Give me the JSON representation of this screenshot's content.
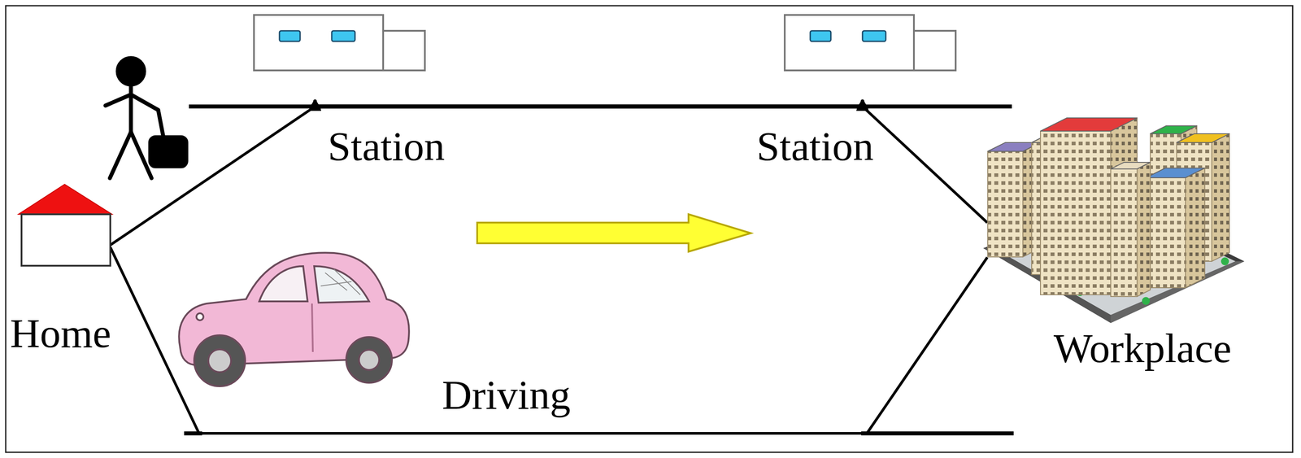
{
  "diagram": {
    "nodes": [
      {
        "text": [
          "Home"
        ]
      },
      {
        "text": [
          "Station"
        ]
      },
      {
        "text": [
          "Station"
        ]
      },
      {
        "text": [
          "Workplace"
        ]
      }
    ],
    "edges": [
      {
        "from": 0,
        "to": 1,
        "arrow": "none"
      },
      {
        "from": 1,
        "to": 2,
        "arrow": "none"
      },
      {
        "from": 2,
        "to": 3,
        "arrow": "none"
      },
      {
        "from": 0,
        "to": 3,
        "arrow": "none",
        "label": "Driving"
      }
    ]
  }
}
